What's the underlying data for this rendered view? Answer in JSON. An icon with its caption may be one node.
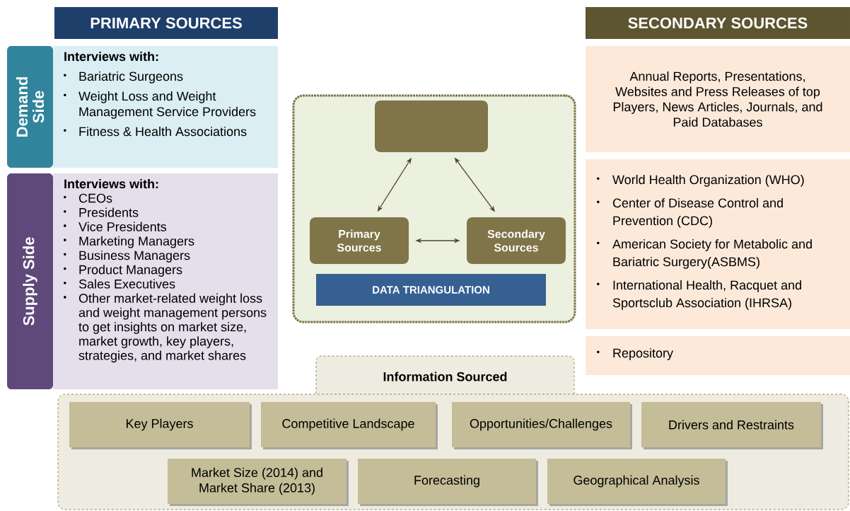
{
  "diagram": {
    "nodes": [
      {
        "text": [
          "PRIMARY SOURCES"
        ]
      },
      {
        "text": [
          "Demand Side"
        ]
      },
      {
        "text": [
          "Interviews with:",
          "Bariatric Surgeons",
          "Weight Loss and Weight Management Service Providers",
          "Fitness & Health Associations"
        ]
      },
      {
        "text": [
          "Supply Side"
        ]
      },
      {
        "text": [
          "Interviews with:",
          "CEOs",
          "Presidents",
          "Vice Presidents",
          "Marketing Managers",
          "Business Managers",
          "Product Managers",
          "Sales Executives",
          "Other market-related weight loss and weight management persons to get insights on market size, market growth, key players, strategies, and market shares"
        ]
      },
      {
        "text": [
          "SECONDARY SOURCES"
        ]
      },
      {
        "text": [
          "Annual Reports, Presentations, Websites and Press Releases of top Players, News Articles, Journals, and Paid Databases"
        ]
      },
      {
        "text": [
          "World Health Organization (WHO)",
          "Center of Disease Control and Prevention (CDC)",
          "American Society for Metabolic and Bariatric Surgery(ASBMS)",
          "International Health, Racquet and Sportsclub Association (IHRSA)"
        ]
      },
      {
        "text": [
          "Repository"
        ]
      },
      {
        "text": [],
        "shape": "box"
      },
      {
        "text": [],
        "shape": "box",
        "in": 9
      },
      {
        "text": [
          "Primary Sources"
        ],
        "in": 9
      },
      {
        "text": [
          "Secondary Sources"
        ],
        "in": 9
      },
      {
        "text": [
          "DATA TRIANGULATION"
        ],
        "in": 9
      },
      {
        "text": [
          "Information Sourced"
        ]
      },
      {
        "text": [
          "Key Players"
        ],
        "in": 14
      },
      {
        "text": [
          "Competitive Landscape"
        ],
        "in": 14
      },
      {
        "text": [
          "Opportunities/Challenges"
        ],
        "in": 14
      },
      {
        "text": [
          "Drivers and Restraints"
        ],
        "in": 14
      },
      {
        "text": [
          "Market Size (2014) and Market Share (2013)"
        ],
        "in": 14
      },
      {
        "text": [
          "Forecasting"
        ],
        "in": 14
      },
      {
        "text": [
          "Geographical Analysis"
        ],
        "in": 14
      }
    ],
    "edges": [
      {
        "from": 10,
        "to": 11,
        "arrow": "both"
      },
      {
        "from": 10,
        "to": 12,
        "arrow": "both"
      },
      {
        "from": 11,
        "to": 12,
        "arrow": "both"
      }
    ]
  }
}
